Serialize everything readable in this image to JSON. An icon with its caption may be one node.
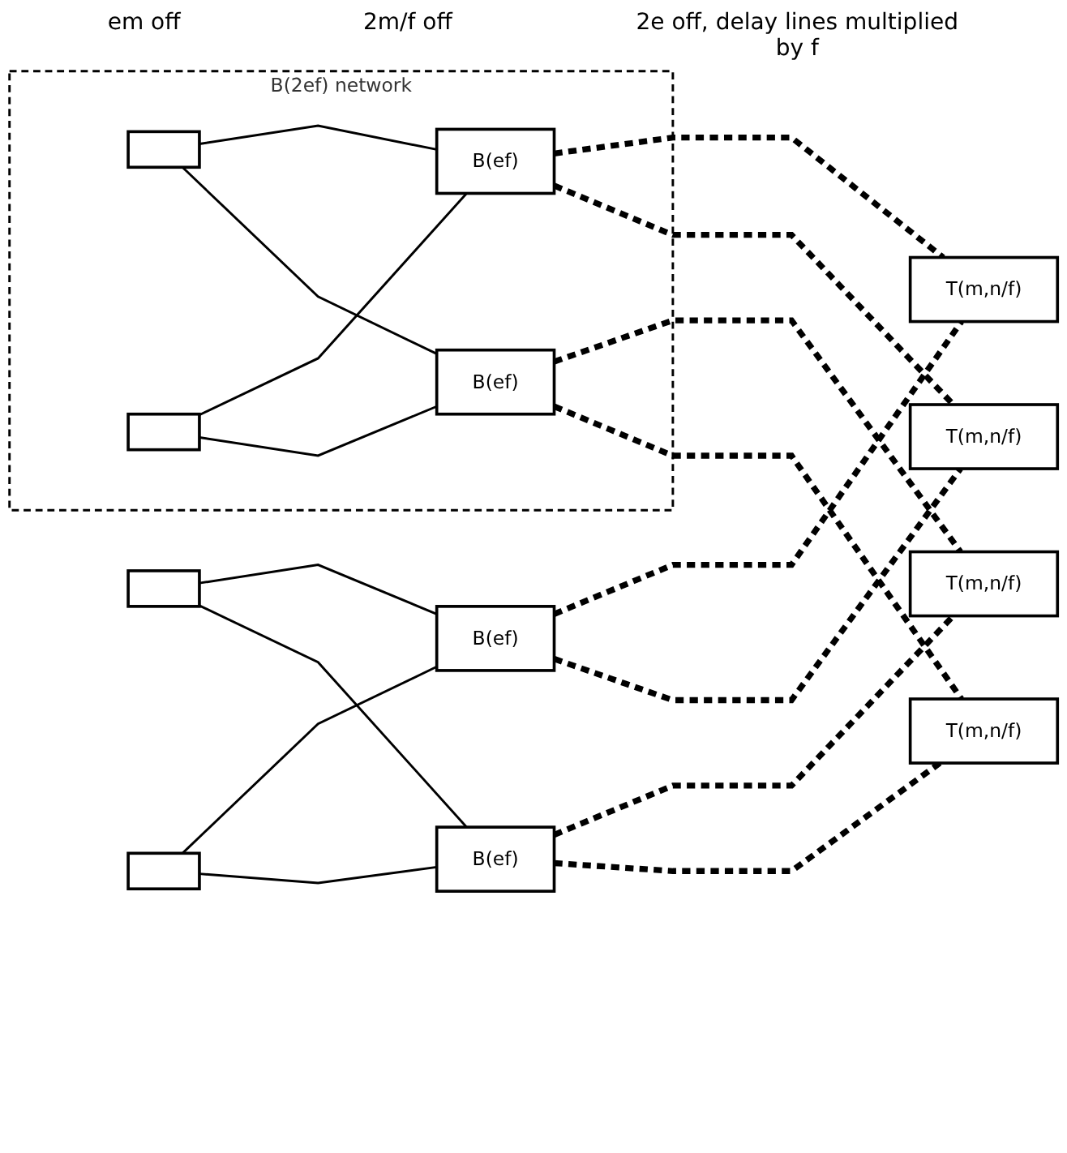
{
  "diagram": {
    "nodes": [
      {
        "text": [],
        "shape": "box"
      },
      {
        "text": [],
        "shape": "box"
      },
      {
        "text": [
          "B(ef)"
        ]
      },
      {
        "text": [
          "B(ef)"
        ]
      },
      {
        "text": [
          "B(2ef) network"
        ]
      },
      {
        "text": [],
        "shape": "box",
        "in": 4
      },
      {
        "text": [],
        "shape": "box",
        "in": 4
      },
      {
        "text": [
          "B(ef)"
        ],
        "in": 4
      },
      {
        "text": [
          "B(ef)"
        ],
        "in": 4
      },
      {
        "text": [
          "T(m,n/f)"
        ]
      },
      {
        "text": [
          "T(m,n/f)"
        ]
      },
      {
        "text": [
          "T(m,n/f)"
        ]
      },
      {
        "text": [
          "T(m,n/f)"
        ]
      }
    ],
    "edges": [
      {
        "from": 0,
        "to": 2,
        "arrow": "none"
      },
      {
        "from": 0,
        "to": 3,
        "arrow": "none"
      },
      {
        "from": 1,
        "to": 2,
        "arrow": "none"
      },
      {
        "from": 1,
        "to": 3,
        "arrow": "none"
      },
      {
        "from": 5,
        "to": 7,
        "arrow": "none"
      },
      {
        "from": 5,
        "to": 8,
        "arrow": "none"
      },
      {
        "from": 6,
        "to": 7,
        "arrow": "none"
      },
      {
        "from": 6,
        "to": 8,
        "arrow": "none"
      },
      {
        "from": 2,
        "to": 9,
        "arrow": "none",
        "style": "dashed"
      },
      {
        "from": 2,
        "to": 10,
        "arrow": "none",
        "style": "dashed"
      },
      {
        "from": 3,
        "to": 11,
        "arrow": "none",
        "style": "dashed"
      },
      {
        "from": 3,
        "to": 12,
        "arrow": "none",
        "style": "dashed"
      },
      {
        "from": 7,
        "to": 9,
        "arrow": "none",
        "style": "dashed"
      },
      {
        "from": 7,
        "to": 10,
        "arrow": "none",
        "style": "dashed"
      },
      {
        "from": 8,
        "to": 11,
        "arrow": "none",
        "style": "dashed"
      },
      {
        "from": 8,
        "to": 12,
        "arrow": "none",
        "style": "dashed"
      }
    ],
    "labels": [
      "em off",
      "2m/f off",
      "2e off, delay lines multiplied by f"
    ]
  }
}
